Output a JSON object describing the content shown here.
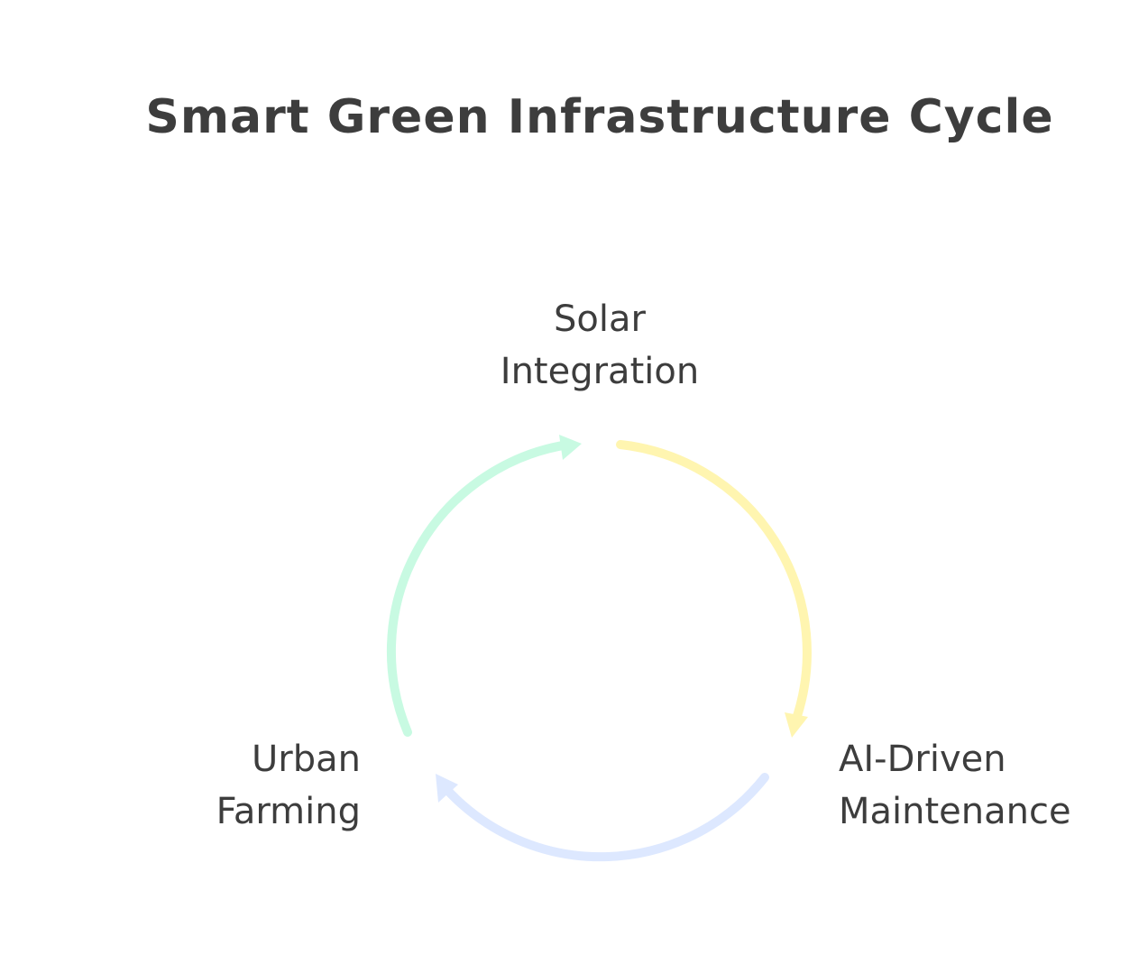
{
  "title": "Smart Green Infrastructure Cycle",
  "nodes": [
    {
      "line1": "Solar",
      "line2": "Integration"
    },
    {
      "line1": "AI-Driven",
      "line2": "Maintenance"
    },
    {
      "line1": "Urban",
      "line2": "Farming"
    }
  ],
  "arrow_colors": {
    "solar_to_ai": "#fff5b0",
    "ai_to_urban": "#dde8ff",
    "urban_to_solar": "#c8fae2"
  },
  "text_color": "#3d3d3d"
}
